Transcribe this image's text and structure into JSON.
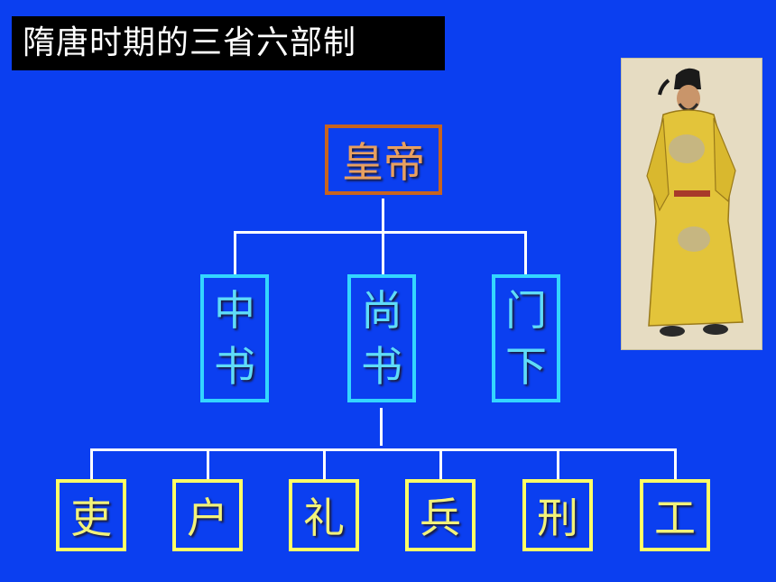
{
  "title": "隋唐时期的三省六部制",
  "emperor": "皇帝",
  "ministries": [
    {
      "id": "zhongshu",
      "chars": [
        "中",
        "书"
      ]
    },
    {
      "id": "shangshu",
      "chars": [
        "尚",
        "书"
      ]
    },
    {
      "id": "menxia",
      "chars": [
        "门",
        "下"
      ]
    }
  ],
  "departments": [
    "吏",
    "户",
    "礼",
    "兵",
    "刑",
    "工"
  ],
  "colors": {
    "background": "#0b3ff0",
    "emperor_border": "#c8641e",
    "ministry_border": "#33d6ff",
    "department_border": "#ffff66"
  }
}
